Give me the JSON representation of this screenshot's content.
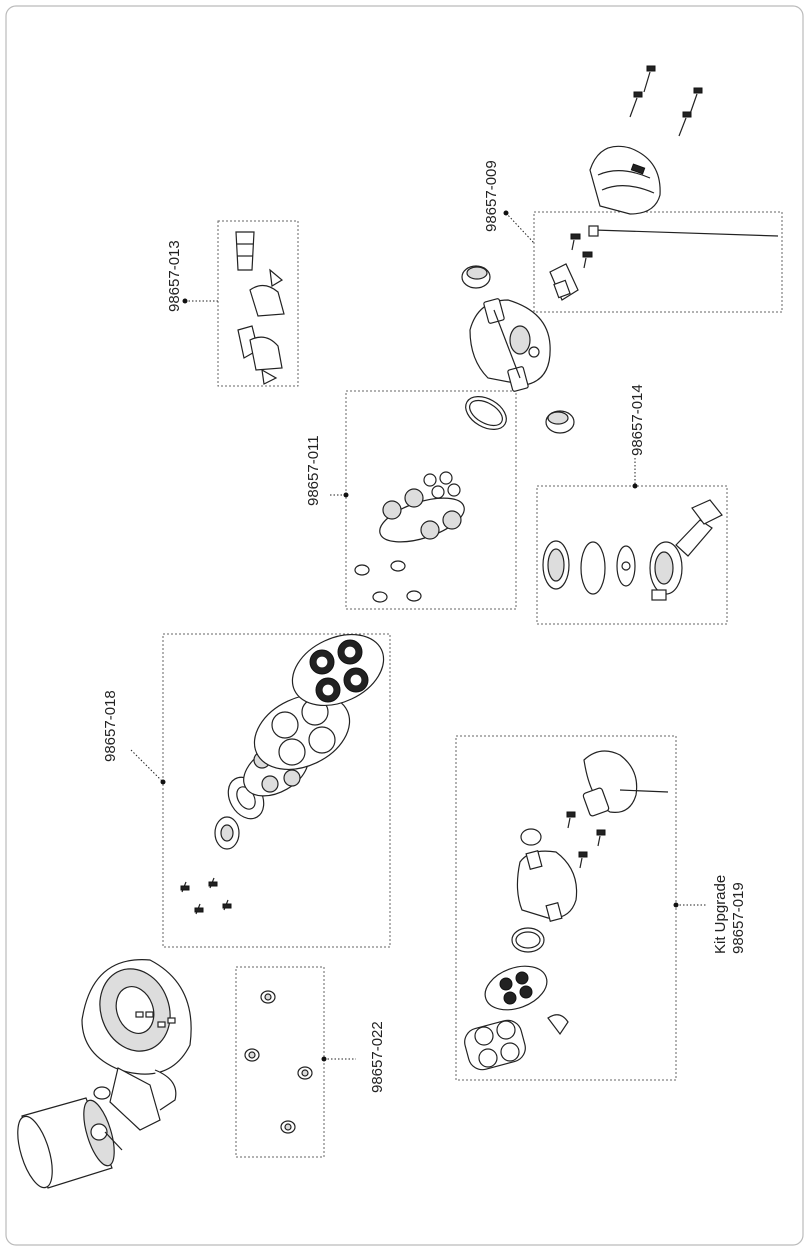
{
  "diagram": {
    "kits": [
      {
        "id": "k013",
        "lines": [
          "98657-013"
        ]
      },
      {
        "id": "k009",
        "lines": [
          "98657-009"
        ]
      },
      {
        "id": "k011",
        "lines": [
          "98657-011"
        ]
      },
      {
        "id": "k014",
        "lines": [
          "98657-014"
        ]
      },
      {
        "id": "k018",
        "lines": [
          "98657-018"
        ]
      },
      {
        "id": "k022",
        "lines": [
          "98657-022"
        ]
      },
      {
        "id": "k019",
        "lines": [
          "Kit Upgrade",
          "98657-019"
        ]
      }
    ]
  }
}
